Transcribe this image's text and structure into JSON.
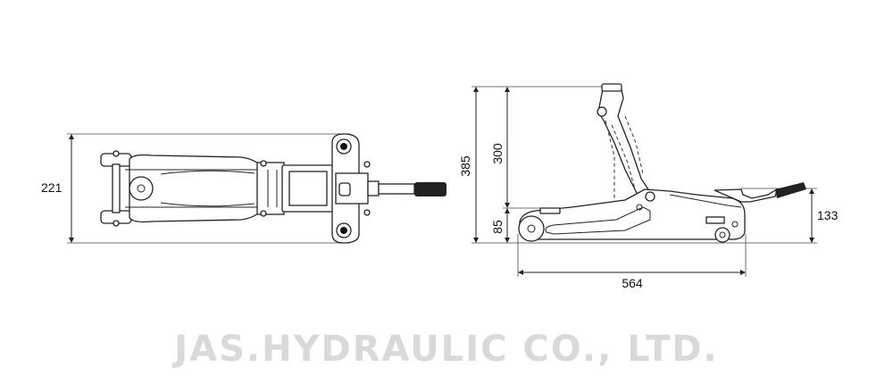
{
  "watermark": "JAS.HYDRAULIC CO., LTD.",
  "top_view": {
    "width_label": "221"
  },
  "side_view": {
    "max_height_label": "385",
    "lift_range_label": "300",
    "min_height_label": "85",
    "handle_height_label": "133",
    "length_label": "564"
  },
  "colors": {
    "line": "#222222",
    "watermark": "#d9d9d9"
  }
}
